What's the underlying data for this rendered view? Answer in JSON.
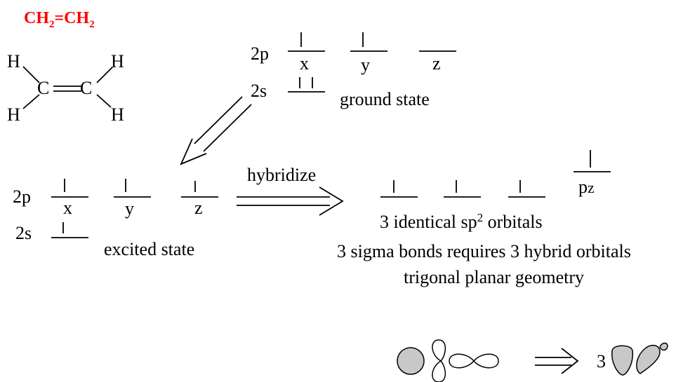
{
  "formula": {
    "base": "CH",
    "sub1": "2",
    "mid": "=CH",
    "sub2": "2"
  },
  "structure": {
    "h": "H",
    "c": "C"
  },
  "ground": {
    "label_2p": "2p",
    "label_2s": "2s",
    "orbitals": [
      "x",
      "y",
      "z"
    ],
    "caption": "ground state"
  },
  "excited": {
    "label_2p": "2p",
    "label_2s": "2s",
    "orbitals": [
      "x",
      "y",
      "z"
    ],
    "caption": "excited state"
  },
  "hybrid": {
    "arrow_label": "hybridize",
    "pz_label": "p",
    "pz_sub": "z",
    "identical": {
      "pre": "3 identical sp",
      "sup": "2",
      "post": " orbitals"
    },
    "requires": "3 sigma bonds requires 3 hybrid orbitals",
    "geometry": "trigonal planar geometry"
  },
  "shapes": {
    "count": "3"
  },
  "colors": {
    "formula": "#ff0000",
    "lobe_fill": "#c8c8c8"
  }
}
